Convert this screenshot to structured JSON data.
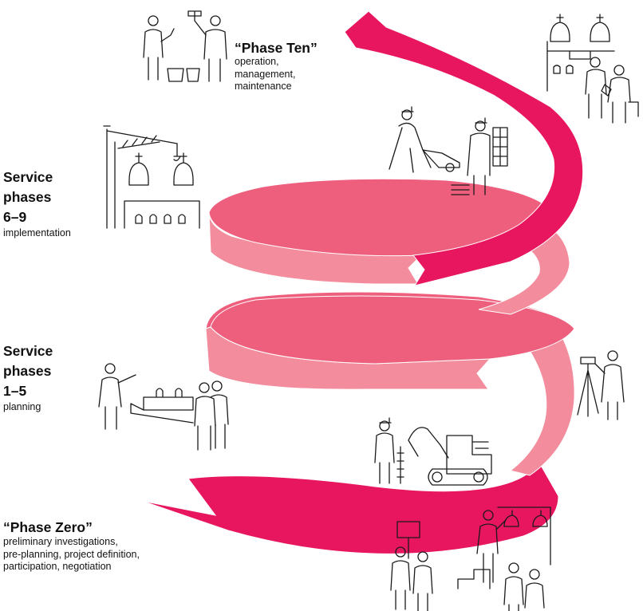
{
  "colors": {
    "magenta": "#e8155f",
    "ribbon_dark": "#ee5f7e",
    "ribbon_light": "#f38c9c",
    "ink": "#1a1a1a"
  },
  "labels": {
    "phase_ten": {
      "title": "“Phase Ten”",
      "sub": "operation,\nmanagement,\nmaintenance"
    },
    "implementation": {
      "title": "Service\nphases\n6–9",
      "sub": "implementation"
    },
    "planning": {
      "title": "Service\nphases\n1–5",
      "sub": "planning"
    },
    "phase_zero": {
      "title": "“Phase Zero”",
      "sub": "preliminary investigations,\npre-planning, project definition,\nparticipation, negotiation"
    }
  },
  "illustrations": [
    "painters-icon",
    "church-visitors-icon",
    "crane-church-icon",
    "wheelbarrow-worker-icon",
    "planners-model-icon",
    "surveyor-icon",
    "excavator-worker-icon",
    "public-meeting-icon"
  ]
}
